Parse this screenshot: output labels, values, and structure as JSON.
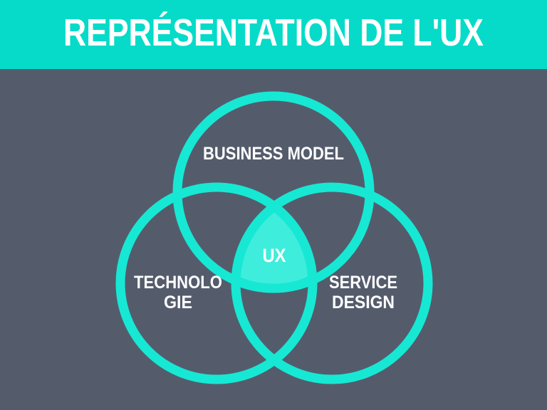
{
  "banner": {
    "title": "REPRÉSENTATION DE L'UX",
    "background": "#05dbc8",
    "text_color": "#ffffff"
  },
  "page": {
    "background": "#545c6c"
  },
  "diagram": {
    "type": "venn-3-circles",
    "stroke_color": "#16e8d4",
    "label_color": "#ffffff",
    "center_fill": "#3feddc",
    "center_text_color": "#ffffff",
    "sets": [
      "BUSINESS MODEL",
      "TECHNOLOGIE",
      "SERVICE DESIGN"
    ],
    "intersection": "UX",
    "labels": {
      "top_circle": "BUSINESS MODEL",
      "left_circle_line1": "TECHNOLO",
      "left_circle_line2": "GIE",
      "right_circle_line1": "SERVICE",
      "right_circle_line2": "DESIGN",
      "center": "UX"
    }
  }
}
